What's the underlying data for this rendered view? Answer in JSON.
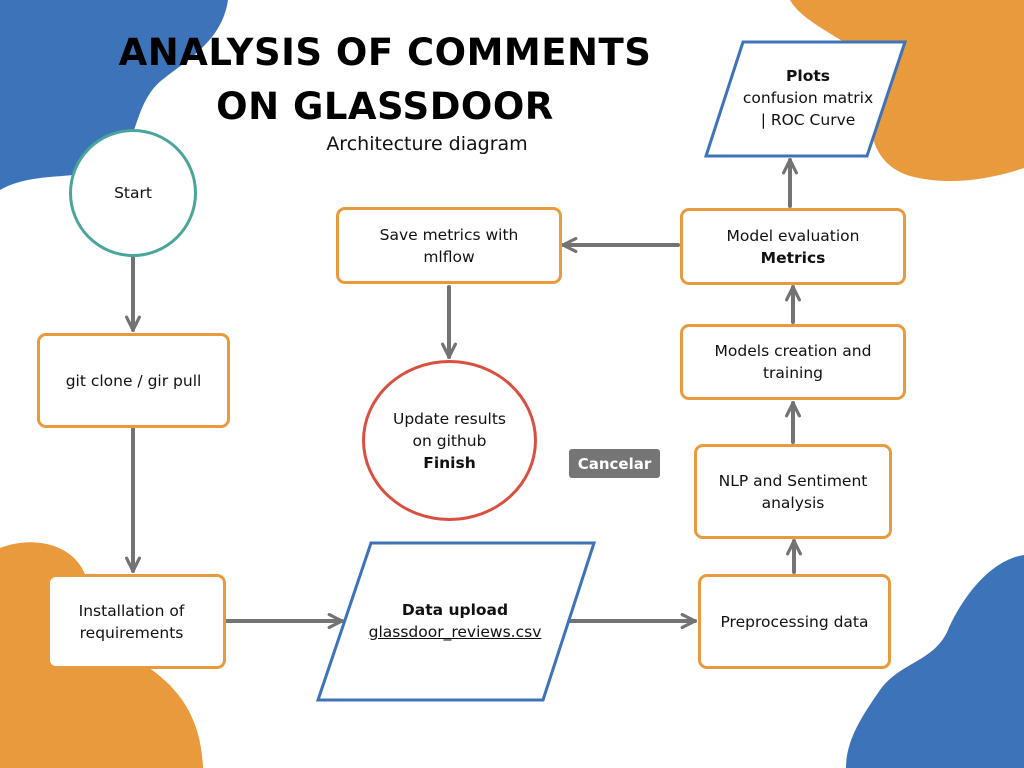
{
  "title_line1": "ANALYSIS OF COMMENTS",
  "title_line2": "ON GLASSDOOR",
  "subtitle": "Architecture diagram",
  "nodes": {
    "start": {
      "label": "Start"
    },
    "git": {
      "label": "git clone / gir pull"
    },
    "install": {
      "line1": "Installation of",
      "line2": "requirements"
    },
    "data_upload": {
      "title": "Data upload",
      "file": "glassdoor_reviews.csv"
    },
    "preprocessing": {
      "label": "Preprocessing data"
    },
    "nlp": {
      "line1": "NLP and Sentiment",
      "line2": "analysis"
    },
    "models": {
      "line1": "Models creation and",
      "line2": "training"
    },
    "evaluation": {
      "line1": "Model  evaluation",
      "line2": "Metrics"
    },
    "plots": {
      "title": "Plots",
      "line1": "confusion matrix",
      "line2": "| ROC Curve"
    },
    "mlflow": {
      "line1": "Save metrics with",
      "line2": "mlflow"
    },
    "finish": {
      "line1": "Update results",
      "line2": "on github",
      "line3": "Finish"
    }
  },
  "cancel_button": "Cancelar",
  "colors": {
    "orange": "#e89a3c",
    "blue": "#3d73b9",
    "teal": "#4aa59b",
    "red": "#d95040",
    "arrow": "#737373"
  }
}
